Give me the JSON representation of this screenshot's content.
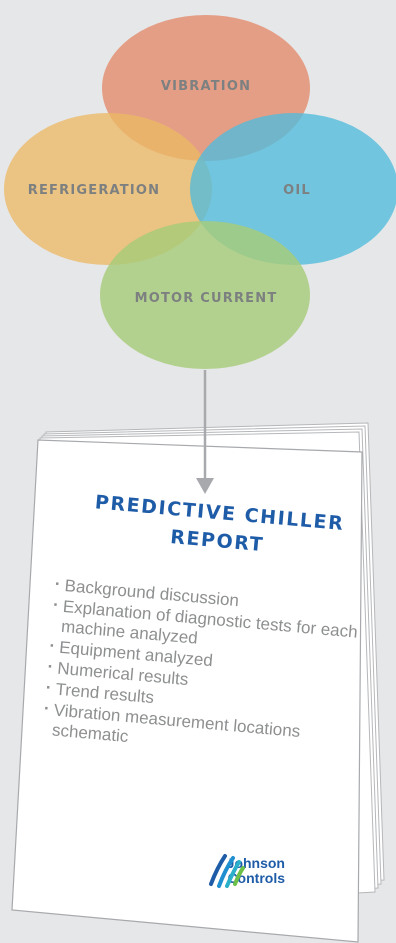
{
  "venn": {
    "circles": [
      {
        "label": "VIBRATION",
        "color": "#e3896a"
      },
      {
        "label": "OIL",
        "color": "#4fbbdd"
      },
      {
        "label": "REFRIGERATION",
        "color": "#ecb965"
      },
      {
        "label": "MOTOR CURRENT",
        "color": "#a7cc7a"
      }
    ]
  },
  "report": {
    "title_line1": "PREDICTIVE CHILLER",
    "title_line2": "REPORT",
    "title_color": "#1f5ca8",
    "bullets": [
      "Background discussion",
      "Explanation of diagnostic tests for each machine analyzed",
      "Equipment analyzed",
      "Numerical results",
      "Trend results",
      "Vibration measurement locations schematic"
    ]
  },
  "logo": {
    "line1": "Johnson",
    "line2": "Controls"
  }
}
